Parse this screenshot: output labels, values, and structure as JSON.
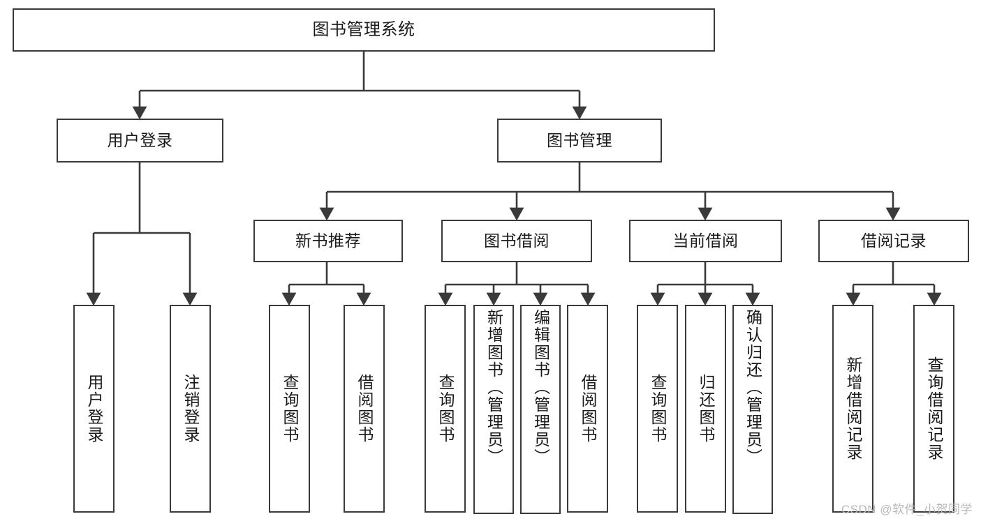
{
  "diagram": {
    "title": "图书管理系统",
    "type": "tree",
    "watermark": "CSDN @软件_小贺同学",
    "colors": {
      "border": "#3a3a3a",
      "text": "#1a1a1a",
      "background": "#ffffff",
      "edge": "#3a3a3a",
      "watermark": "#b9b9b9"
    },
    "nodes": {
      "root": {
        "label": "图书管理系统"
      },
      "level2": [
        {
          "id": "user-login",
          "label": "用户登录"
        },
        {
          "id": "book-manage",
          "label": "图书管理"
        }
      ],
      "level3": [
        {
          "id": "new-book-rec",
          "label": "新书推荐"
        },
        {
          "id": "book-borrow",
          "label": "图书借阅"
        },
        {
          "id": "current-borrow",
          "label": "当前借阅"
        },
        {
          "id": "borrow-record",
          "label": "借阅记录"
        }
      ],
      "leaves": {
        "user-login": [
          {
            "id": "leaf-user-login",
            "label": "用户登录"
          },
          {
            "id": "leaf-logout-login",
            "label": "注销登录"
          }
        ],
        "new-book-rec": [
          {
            "id": "leaf-query-book-1",
            "label": "查询图书"
          },
          {
            "id": "leaf-borrow-book-1",
            "label": "借阅图书"
          }
        ],
        "book-borrow": [
          {
            "id": "leaf-query-book-2",
            "label": "查询图书"
          },
          {
            "id": "leaf-add-book",
            "label": "新增图书（管理员）"
          },
          {
            "id": "leaf-edit-book",
            "label": "编辑图书（管理员）"
          },
          {
            "id": "leaf-borrow-book-2",
            "label": "借阅图书"
          }
        ],
        "current-borrow": [
          {
            "id": "leaf-query-book-3",
            "label": "查询图书"
          },
          {
            "id": "leaf-return-book",
            "label": "归还图书"
          },
          {
            "id": "leaf-confirm-return",
            "label": "确认归还（管理员）"
          }
        ],
        "borrow-record": [
          {
            "id": "leaf-add-record",
            "label": "新增借阅记录"
          },
          {
            "id": "leaf-query-record",
            "label": "查询借阅记录"
          }
        ]
      }
    }
  }
}
